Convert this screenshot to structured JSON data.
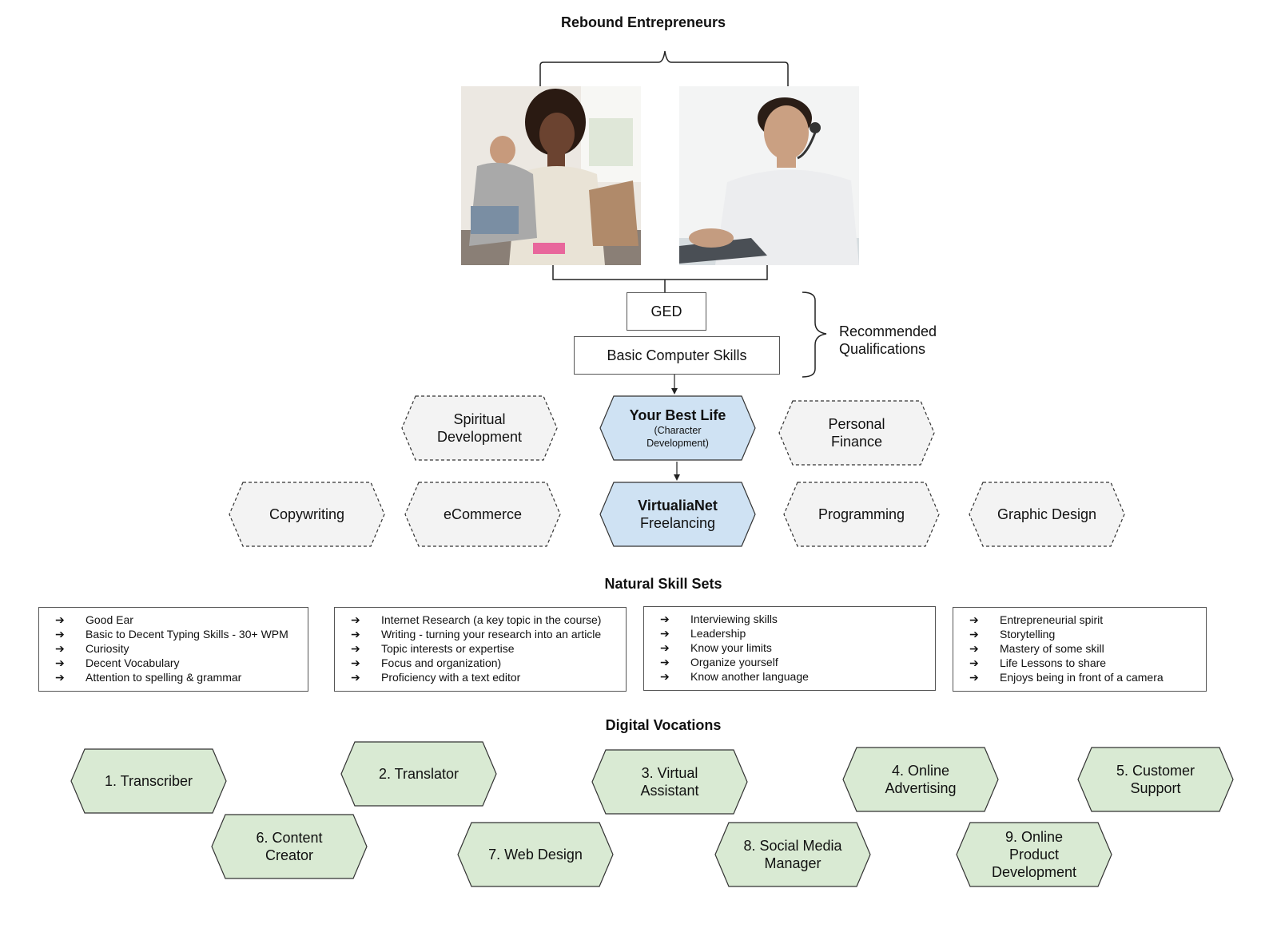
{
  "title": "Rebound Entrepreneurs",
  "photos": {
    "left": {
      "icon": "woman-with-baby-at-laptop"
    },
    "right": {
      "icon": "man-with-headset-at-laptop"
    }
  },
  "qualifications": {
    "ged": "GED",
    "computer": "Basic Computer Skills",
    "label": "Recommended Qualifications"
  },
  "tier1": [
    {
      "label": "Spiritual Development",
      "style": "dashed"
    },
    {
      "label": "Your Best Life",
      "sub": "(Character Development)",
      "style": "core"
    },
    {
      "label": "Personal Finance",
      "style": "dashed"
    }
  ],
  "tier2": [
    {
      "label": "Copywriting",
      "style": "dashed"
    },
    {
      "label": "eCommerce",
      "style": "dashed"
    },
    {
      "label": "VirtualiaNet",
      "sub": "Freelancing",
      "style": "core"
    },
    {
      "label": "Programming",
      "style": "dashed"
    },
    {
      "label": "Graphic Design",
      "style": "dashed"
    }
  ],
  "skills": {
    "heading": "Natural Skill Sets",
    "groups": [
      [
        "Good Ear",
        "Basic to Decent Typing Skills - 30+ WPM",
        "Curiosity",
        "Decent Vocabulary",
        "Attention to spelling & grammar"
      ],
      [
        "Internet Research (a key topic in the course)",
        "Writing - turning your research into an article",
        "Topic interests or expertise",
        "Focus and organization)",
        "Proficiency with a text editor"
      ],
      [
        "Interviewing skills",
        "Leadership",
        "Know your limits",
        "Organize yourself",
        "Know another language"
      ],
      [
        "Entrepreneurial spirit",
        "Storytelling",
        "Mastery of some skill",
        "Life Lessons to share",
        "Enjoys being in front of a camera"
      ]
    ],
    "bullet": "➔"
  },
  "vocations": {
    "heading": "Digital Vocations",
    "items": [
      "1. Transcriber",
      "2. Translator",
      "3. Virtual Assistant",
      "4. Online Advertising",
      "5. Customer Support",
      "6. Content Creator",
      "7. Web Design",
      "8. Social Media Manager",
      "9. Online Product Development"
    ]
  },
  "colors": {
    "core_fill": "#cfe2f3",
    "dashed_fill": "#f3f3f3",
    "vocation_fill": "#d9ead3",
    "stroke": "#333333"
  }
}
